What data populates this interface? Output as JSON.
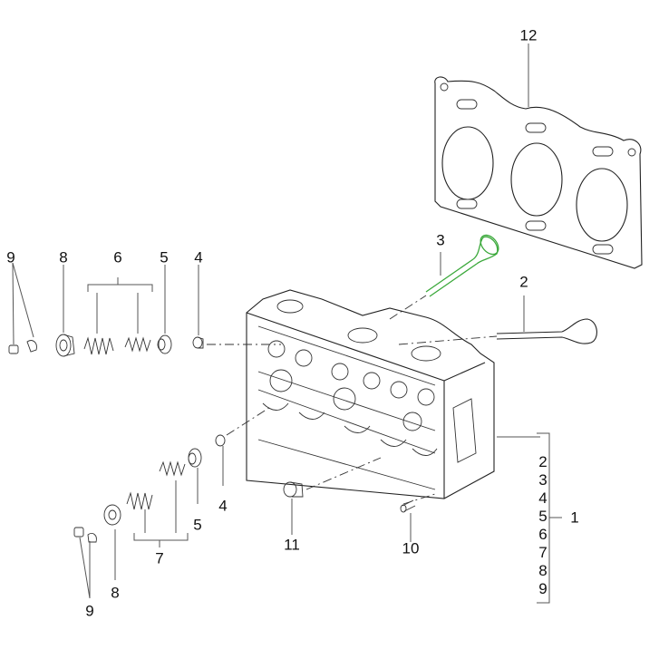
{
  "diagram": {
    "title": "Cylinder head exploded view",
    "highlight_color": "#3aa83a",
    "callouts": [
      {
        "id": "12",
        "label": "12",
        "part": "cylinder-head-gasket"
      },
      {
        "id": "3",
        "label": "3",
        "part": "valve-highlighted"
      },
      {
        "id": "2",
        "label": "2",
        "part": "valve"
      },
      {
        "id": "9a",
        "label": "9",
        "part": "valve-keepers-top"
      },
      {
        "id": "8a",
        "label": "8",
        "part": "spring-cap-top"
      },
      {
        "id": "6",
        "label": "6",
        "part": "valve-springs-top"
      },
      {
        "id": "5a",
        "label": "5",
        "part": "spring-seat-top"
      },
      {
        "id": "4a",
        "label": "4",
        "part": "valve-stem-seal-top"
      },
      {
        "id": "4b",
        "label": "4",
        "part": "valve-stem-seal-bottom"
      },
      {
        "id": "5b",
        "label": "5",
        "part": "spring-seat-bottom"
      },
      {
        "id": "7",
        "label": "7",
        "part": "valve-springs-bottom"
      },
      {
        "id": "8b",
        "label": "8",
        "part": "spring-cap-bottom"
      },
      {
        "id": "9b",
        "label": "9",
        "part": "valve-keepers-bottom"
      },
      {
        "id": "11",
        "label": "11",
        "part": "plug"
      },
      {
        "id": "10",
        "label": "10",
        "part": "stud"
      },
      {
        "id": "1",
        "label": "1",
        "part": "cylinder-head-assembly"
      }
    ],
    "assembly_includes": [
      "2",
      "3",
      "4",
      "5",
      "6",
      "7",
      "8",
      "9"
    ]
  }
}
